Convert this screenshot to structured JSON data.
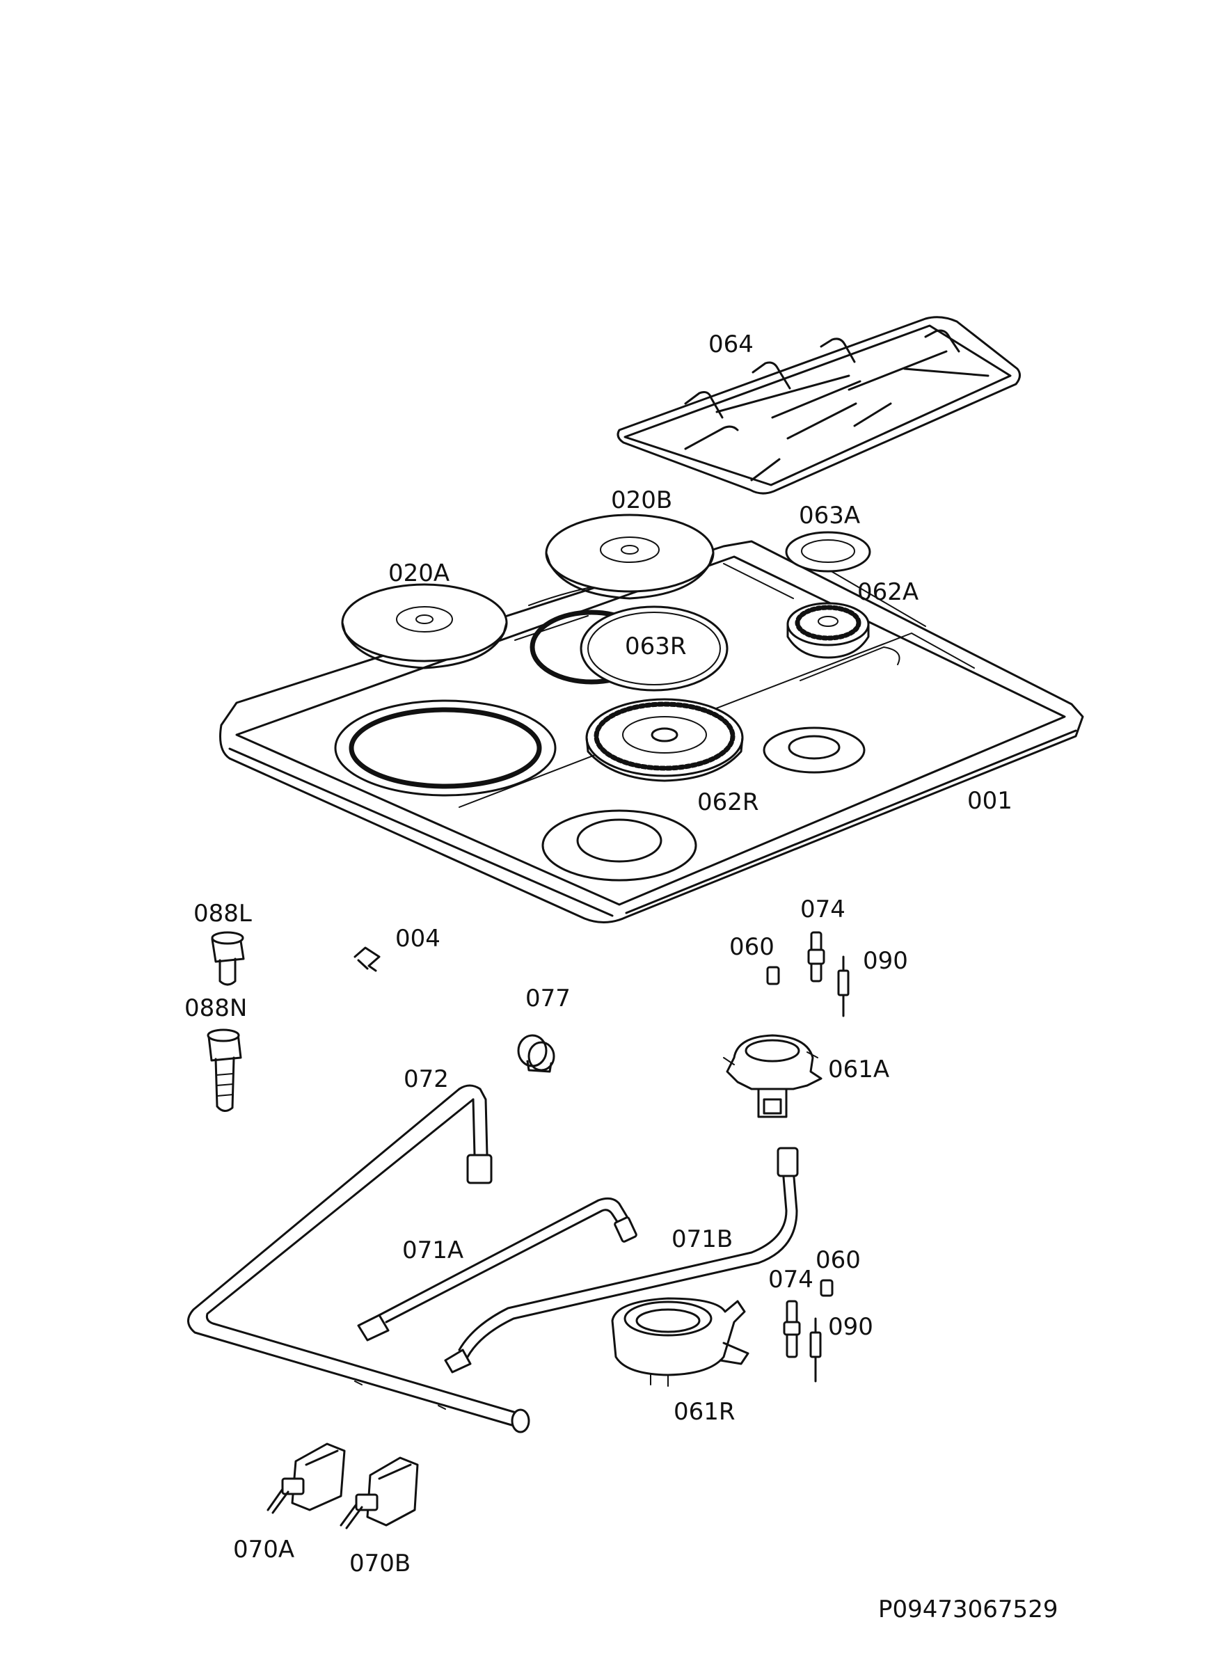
{
  "diagram": {
    "parts": {
      "p064": "064",
      "p020B": "020B",
      "p063A": "063A",
      "p020A": "020A",
      "p062A": "062A",
      "p063R": "063R",
      "p062R": "062R",
      "p001": "001",
      "p088L": "088L",
      "p004": "004",
      "p074a": "074",
      "p060a": "060",
      "p090a": "090",
      "p077": "077",
      "p088N": "088N",
      "p061A": "061A",
      "p072": "072",
      "p071A": "071A",
      "p071B": "071B",
      "p060b": "060",
      "p074b": "074",
      "p090b": "090",
      "p061R": "061R",
      "p070A": "070A",
      "p070B": "070B"
    },
    "document_code": "P09473067529"
  }
}
